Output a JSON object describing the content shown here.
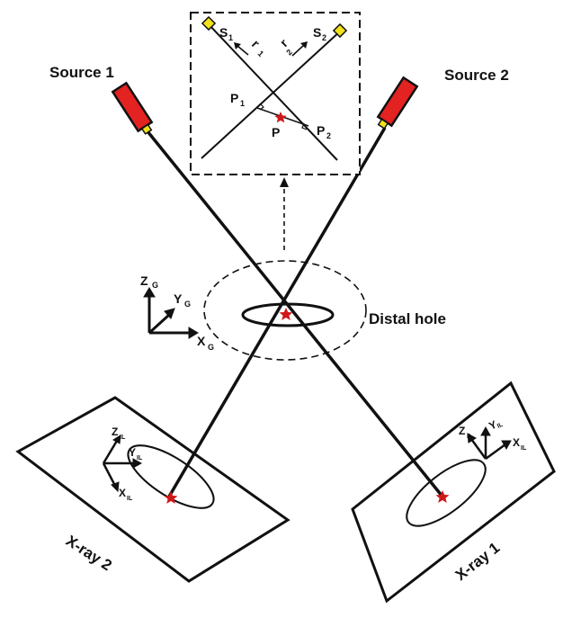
{
  "sources": {
    "source1": "Source 1",
    "source2": "Source 2"
  },
  "xray": {
    "plate1": "X-ray 1",
    "plate2": "X-ray 2"
  },
  "distal_hole": "Distal hole",
  "global_axes": {
    "x": "X",
    "x_sub": "G",
    "y": "Y",
    "y_sub": "G",
    "z": "Z",
    "z_sub": "G"
  },
  "plate_axes": {
    "x": "X",
    "y": "Y",
    "z": "Z",
    "sub": "IL"
  },
  "inset": {
    "s1": "S",
    "s1_sub": "1",
    "s2": "S",
    "s2_sub": "2",
    "r1": "r",
    "r1_sub": "1",
    "r2": "r",
    "r2_sub": "2",
    "p1": "P",
    "p1_sub": "1",
    "p2": "P",
    "p2_sub": "2",
    "p": "P"
  },
  "colors": {
    "source_body": "#e32222",
    "source_tip": "#f2e21a",
    "target_star": "#d01818",
    "line": "#111111"
  }
}
